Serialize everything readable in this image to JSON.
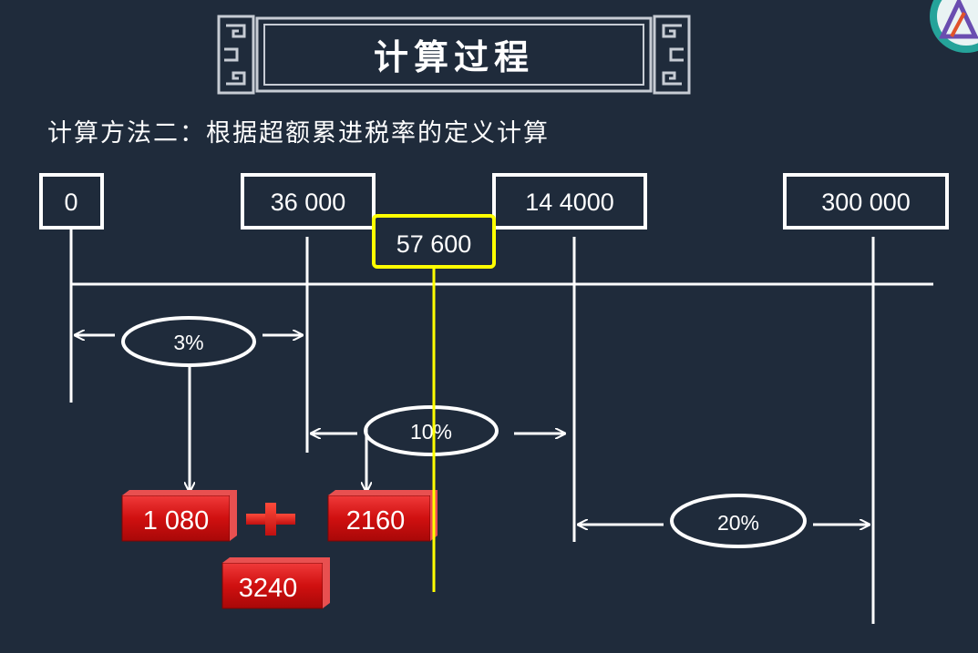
{
  "title": "计算过程",
  "subtitle": "计算方法二：根据超额累进税率的定义计算",
  "thresholds": [
    "0",
    "36 000",
    "14 4000",
    "300 000"
  ],
  "current_amount": "57 600",
  "rates": [
    "3%",
    "10%",
    "20%"
  ],
  "results": [
    "1 080",
    "2160"
  ],
  "total": "3240",
  "colors": {
    "background": "#1f2b3b",
    "highlight": "#ffff00",
    "result_box": "#d41414",
    "line": "#ffffff"
  },
  "icons": [
    "logo-icon",
    "plus-icon",
    "arrow-icon",
    "ornament-frame"
  ]
}
